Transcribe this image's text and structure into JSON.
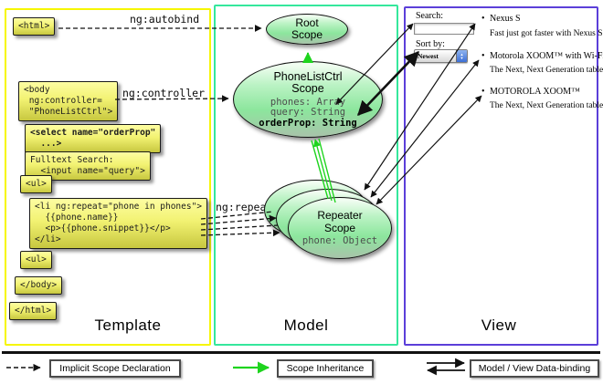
{
  "panels": {
    "template": {
      "title": "Template"
    },
    "model": {
      "title": "Model"
    },
    "view": {
      "title": "View"
    }
  },
  "template": {
    "labels": {
      "autobind": "ng:autobind",
      "controller": "ng:controller",
      "repeat": "ng:repeat"
    },
    "boxes": [
      {
        "id": "html-open",
        "text": "<html>"
      },
      {
        "id": "body-open",
        "text": "<body\n ng:controller=\n \"PhoneListCtrl\">"
      },
      {
        "id": "select-orderprop",
        "text": "<select name=\"orderProp\"\n  ...>"
      },
      {
        "id": "fulltext-search",
        "text": "Fulltext Search:\n  <input name=\"query\">"
      },
      {
        "id": "ul-open",
        "text": "<ul>"
      },
      {
        "id": "li-repeat",
        "text": "<li ng:repeat=\"phone in phones\">\n  {{phone.name}}\n  <p>{{phone.snippet}}</p>\n</li>"
      },
      {
        "id": "ul-close",
        "text": "<ul>"
      },
      {
        "id": "body-close",
        "text": "</body>"
      },
      {
        "id": "html-close",
        "text": "</html>"
      }
    ]
  },
  "model": {
    "root_scope": {
      "title": "Root\nScope"
    },
    "phonelist_scope": {
      "title": "PhoneListCtrl\nScope",
      "props": "phones: Array\nquery: String",
      "bold_prop": "orderProp: String"
    },
    "repeater_scope": {
      "title": "Repeater\nScope",
      "props": "phone: Object"
    }
  },
  "view": {
    "search_label": "Search:",
    "search_value": "",
    "sort_label": "Sort by:",
    "sort_value": "Newest",
    "bullet_glyph": "•",
    "stepper_up": "▲",
    "stepper_down": "▼",
    "items": [
      {
        "name": "Nexus S",
        "desc": "Fast just got faster with Nexus S."
      },
      {
        "name": "Motorola XOOM™ with Wi-Fi",
        "desc": "The Next, Next Generation tablet."
      },
      {
        "name": "MOTOROLA XOOM™",
        "desc": "The Next, Next Generation tablet."
      }
    ]
  },
  "legend": {
    "implicit": "Implicit Scope Declaration",
    "inheritance": "Scope Inheritance",
    "databinding": "Model / View Data-binding"
  },
  "colors": {
    "template_border": "#f6f600",
    "model_border": "#35e79c",
    "view_border": "#5b3fd9",
    "inheritance_green": "#1ed41e",
    "arrow_black": "#111111",
    "box_yellow": "#f2f272",
    "ellipse_green": "#8ce69d"
  }
}
